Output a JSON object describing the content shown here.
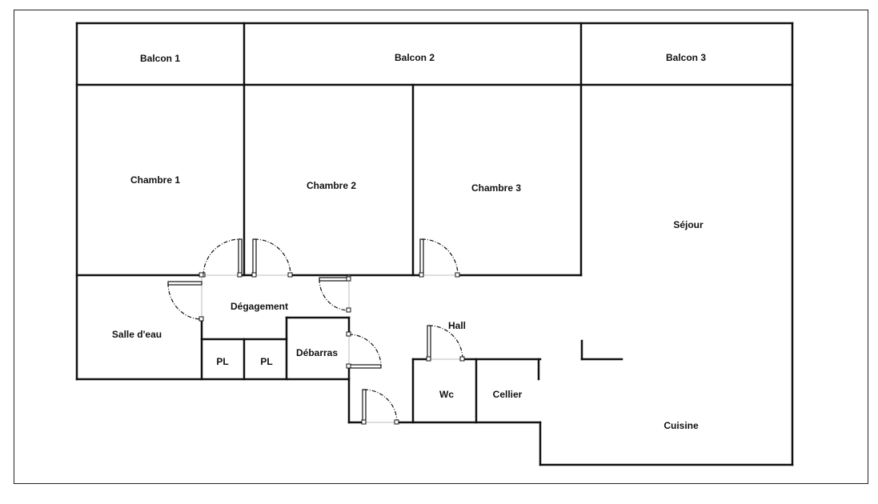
{
  "plan": {
    "rooms": {
      "balcon_1": "Balcon 1",
      "balcon_2": "Balcon 2",
      "balcon_3": "Balcon 3",
      "chambre_1": "Chambre 1",
      "chambre_2": "Chambre 2",
      "chambre_3": "Chambre 3",
      "sejour": "Séjour",
      "degagement": "Dégagement",
      "salle_deau": "Salle d'eau",
      "pl_1": "PL",
      "pl_2": "PL",
      "debarras": "Débarras",
      "hall": "Hall",
      "wc": "Wc",
      "cellier": "Cellier",
      "cuisine": "Cuisine"
    },
    "colors": {
      "wall": "#111111",
      "background": "#ffffff",
      "opening": "#bdbdbd"
    }
  }
}
